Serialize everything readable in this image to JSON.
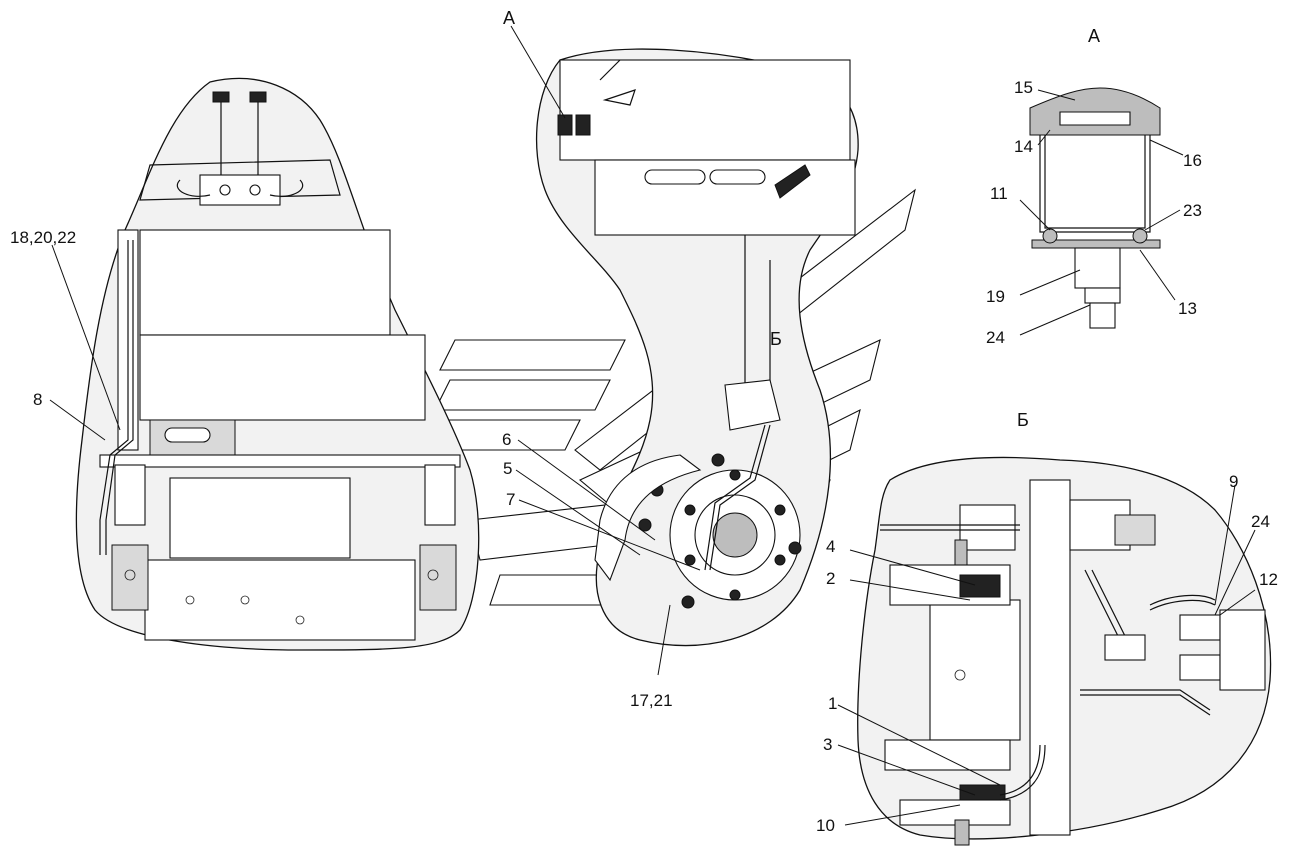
{
  "views": {
    "a_top": "А",
    "a_detail": "А",
    "b_arrow": "Б",
    "b_detail": "Б"
  },
  "callouts": {
    "c1": "1",
    "c2": "2",
    "c3": "3",
    "c4": "4",
    "c5": "5",
    "c6": "6",
    "c7": "7",
    "c8": "8",
    "c9": "9",
    "c10": "10",
    "c11": "11",
    "c12": "12",
    "c13": "13",
    "c14": "14",
    "c15": "15",
    "c16": "16",
    "c17_21": "17,21",
    "c18_20_22": "18,20,22",
    "c19": "19",
    "c23": "23",
    "c24a": "24",
    "c24b": "24"
  }
}
